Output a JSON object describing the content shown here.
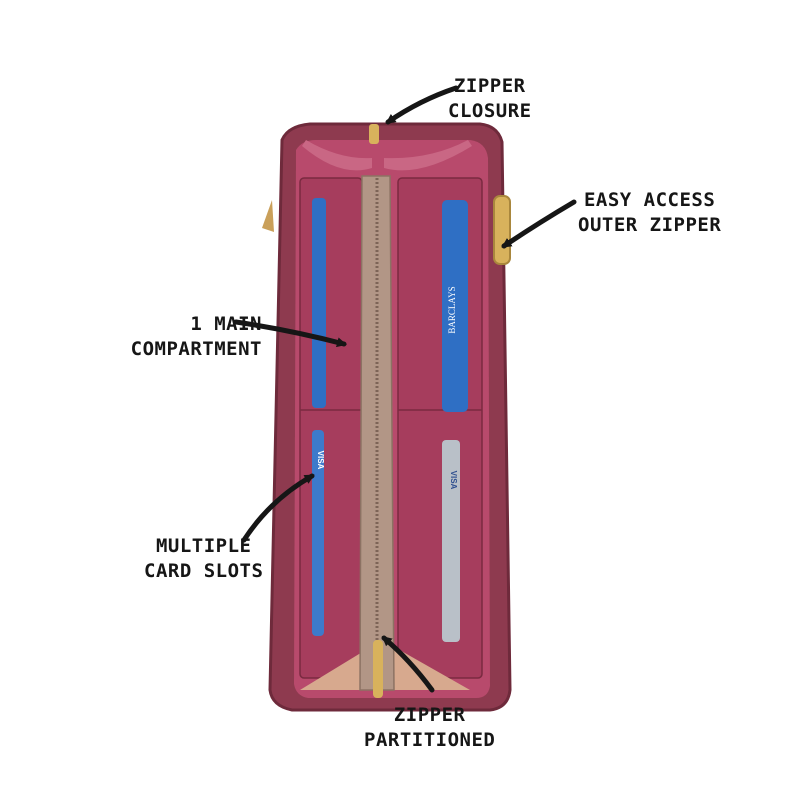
{
  "callouts": {
    "zipper_closure": {
      "line1": "ZIPPER",
      "line2": "CLOSURE"
    },
    "easy_access": {
      "line1": "EASY ACCESS",
      "line2": "OUTER ZIPPER"
    },
    "main_compartment": {
      "line1": "1 MAIN",
      "line2": "COMPARTMENT"
    },
    "card_slots": {
      "line1": "MULTIPLE",
      "line2": "CARD SLOTS"
    },
    "zipper_partitioned": {
      "line1": "ZIPPER",
      "line2": "PARTITIONED"
    }
  },
  "card_labels": {
    "barclays": "BARCLAYS",
    "visa": "VISA"
  },
  "colors": {
    "leather": "#8e3a4f",
    "leather_dark": "#6e2a3b",
    "lining": "#b84a6c",
    "partition": "#b29686",
    "gold": "#d8b25c",
    "card_blue": "#2f6fc4",
    "ink": "#161616"
  }
}
